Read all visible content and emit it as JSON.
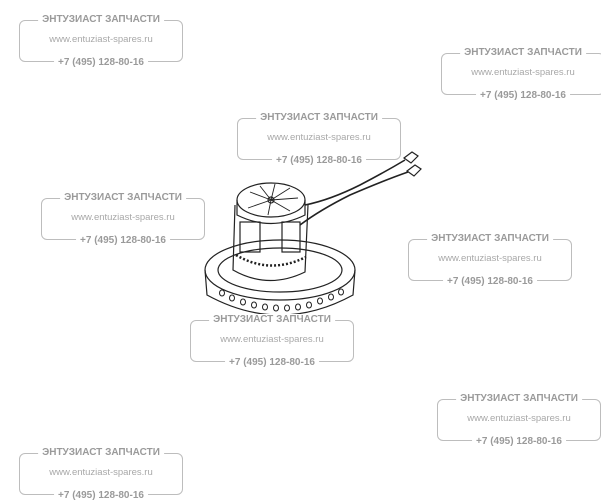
{
  "watermark": {
    "title": "ЭНТУЗИАСТ ЗАПЧАСТИ",
    "url": "www.entuziast-spares.ru",
    "phone": "+7 (495) 128-80-16"
  },
  "product": {
    "image_icon": "vacuum-motor-drawing"
  }
}
